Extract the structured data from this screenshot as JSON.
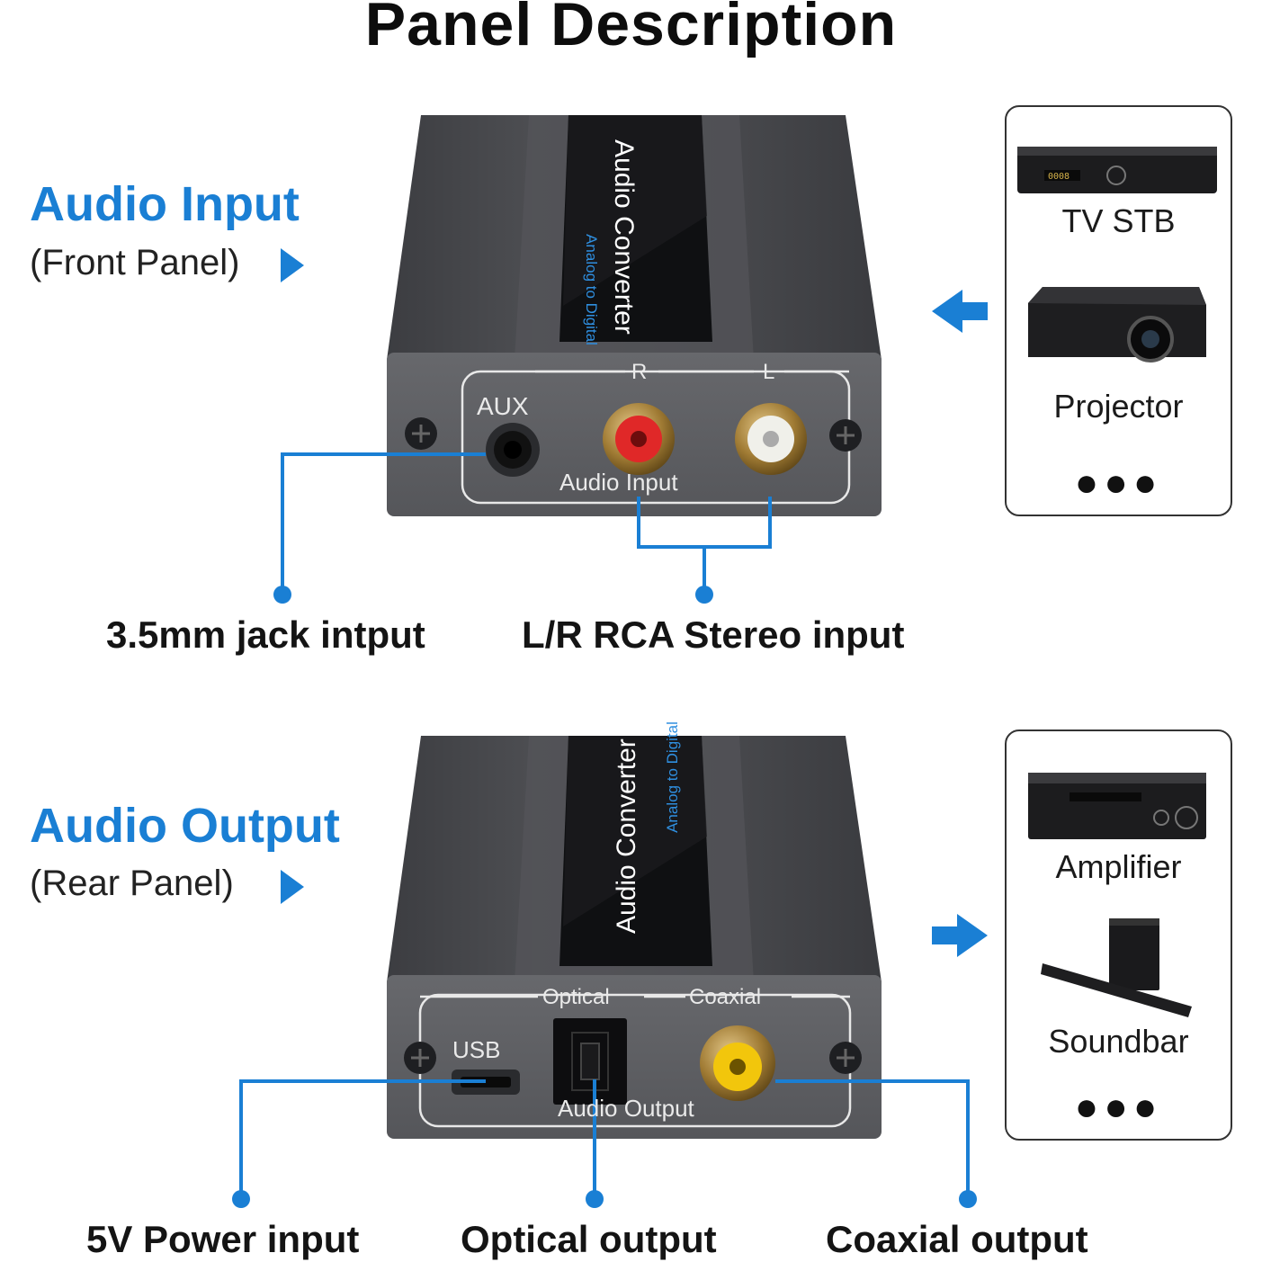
{
  "page": {
    "title": "Panel Description"
  },
  "input_section": {
    "heading": "Audio Input",
    "subheading": "(Front Panel)",
    "device": {
      "top_label": "Audio Converter",
      "top_sublabel": "Analog to Digital",
      "port_aux": "AUX",
      "port_r": "R",
      "port_l": "L",
      "panel_label": "Audio Input"
    },
    "callouts": [
      {
        "label": "3.5mm jack intput"
      },
      {
        "label": "L/R RCA Stereo input"
      }
    ],
    "sources": [
      {
        "label": "TV STB",
        "icon": "tv-stb-icon"
      },
      {
        "label": "Projector",
        "icon": "projector-icon"
      }
    ],
    "more": "●●●"
  },
  "output_section": {
    "heading": "Audio Output",
    "subheading": "(Rear Panel)",
    "device": {
      "top_label": "Audio Converter",
      "top_sublabel": "Analog to Digital",
      "port_usb": "USB",
      "port_optical": "Optical",
      "port_coaxial": "Coaxial",
      "panel_label": "Audio Output"
    },
    "callouts": [
      {
        "label": "5V Power input"
      },
      {
        "label": "Optical output"
      },
      {
        "label": "Coaxial output"
      }
    ],
    "targets": [
      {
        "label": "Amplifier",
        "icon": "amplifier-icon"
      },
      {
        "label": "Soundbar",
        "icon": "soundbar-icon"
      }
    ],
    "more": "●●●"
  },
  "colors": {
    "accent": "#1a7fd4",
    "device_body": "#4a4b4f",
    "device_panel": "#5b5c60",
    "label_strip": "#111111",
    "rca_red": "#e02828",
    "rca_white": "#f0f0ea",
    "rca_yellow": "#f2c60c",
    "gold": "#b08a3a"
  }
}
